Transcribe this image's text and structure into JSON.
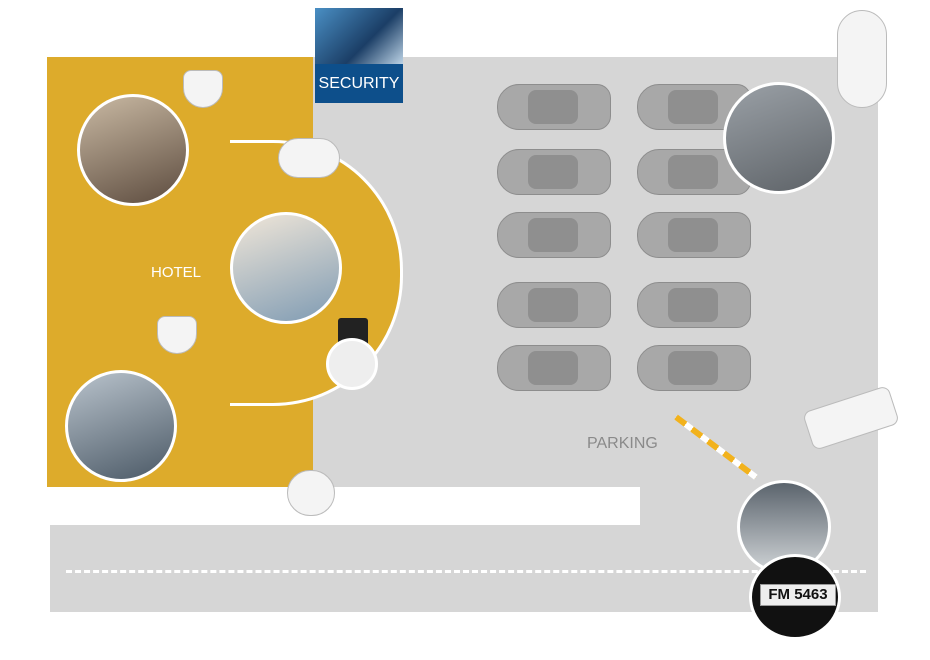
{
  "labels": {
    "security": "SECURITY",
    "hotel": "HOTEL",
    "parking": "PARKING",
    "plate": "FM 5463"
  },
  "colors": {
    "hotel": "#ddab2b",
    "parking": "#d6d6d6",
    "security": "#0d4f8b"
  }
}
